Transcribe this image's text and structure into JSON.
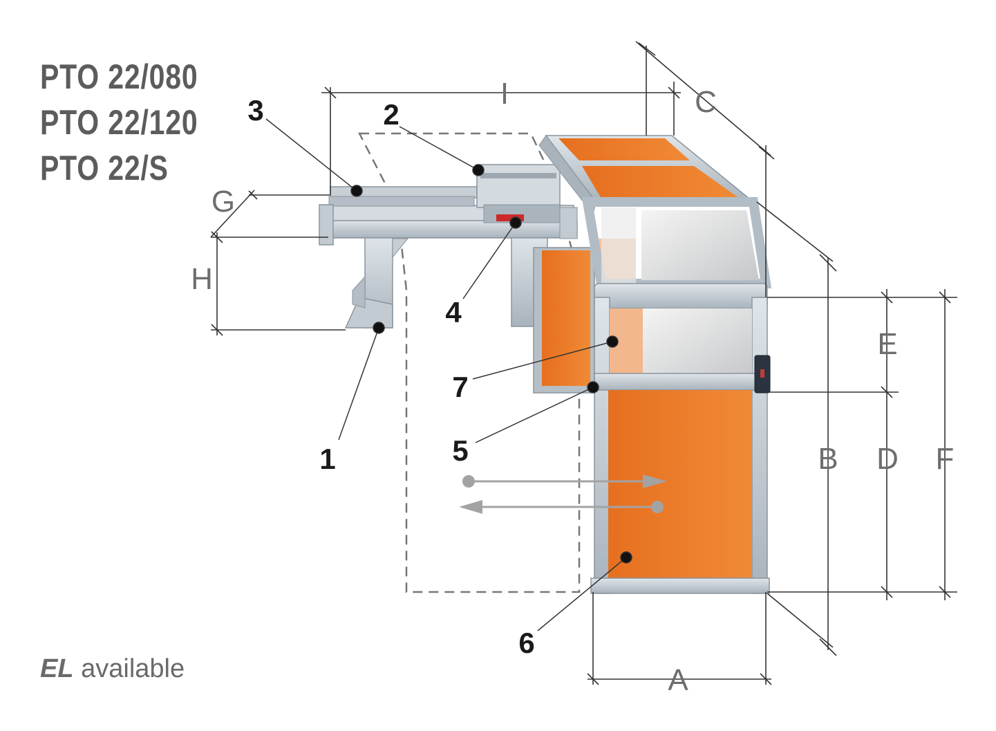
{
  "models": [
    "PTO 22/080",
    "PTO 22/120",
    "PTO 22/S"
  ],
  "availability": {
    "prefix": "EL",
    "text": "available"
  },
  "callouts": [
    "1",
    "2",
    "3",
    "4",
    "5",
    "6",
    "7"
  ],
  "dimensions": [
    "A",
    "B",
    "C",
    "D",
    "E",
    "F",
    "G",
    "H",
    "I"
  ],
  "colors": {
    "orange_panel": "#ea7d2c",
    "frame": "#b9c3cc",
    "dimension_line": "#333333",
    "label": "#6e6e6e"
  }
}
